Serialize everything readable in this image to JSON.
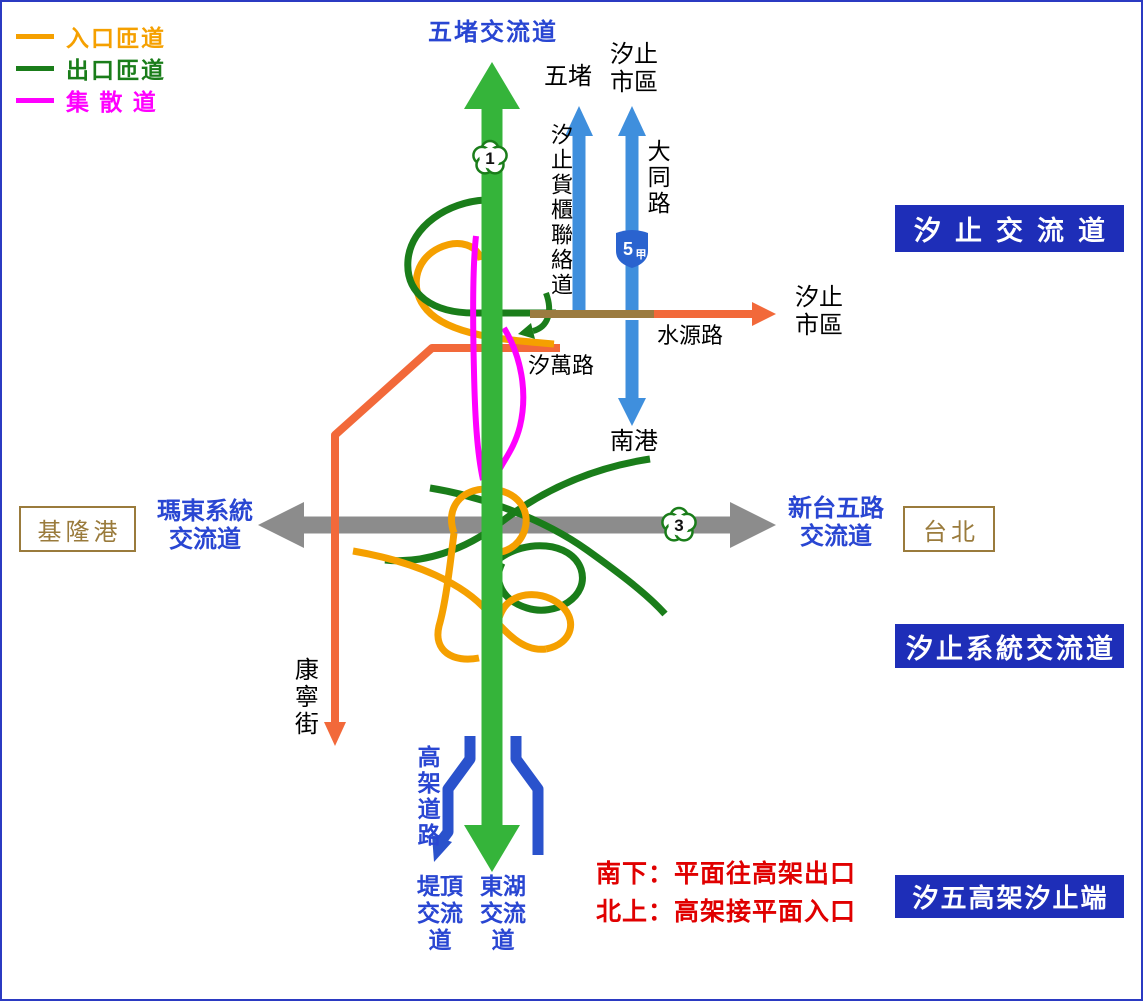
{
  "legend": {
    "items": [
      {
        "label": "入口匝道",
        "meaning": "entrance-ramp",
        "color": "#f5a000"
      },
      {
        "label": "出口匝道",
        "meaning": "exit-ramp",
        "color": "#1a7d1a"
      },
      {
        "label": "集 散 道",
        "meaning": "collector-distributor",
        "color": "#ff00ff"
      }
    ]
  },
  "labels": {
    "wudu_interchange": "五堵交流道",
    "wudu": "五堵",
    "xizhi_city_top": "汐止\n市區",
    "container_road": "汐止貨櫃聯絡道",
    "datong_road": "大同路",
    "shuiyuan_road": "水源路",
    "xizhi_city_right": "汐止\n市區",
    "xiwan_road": "汐萬路",
    "nangang": "南港",
    "keelung_port": "基隆港",
    "madong_system": "瑪東系統\n交流道",
    "xintaiwu": "新台五路\n交流道",
    "taipei": "台北",
    "kangning_street": "康寧街",
    "elevated_road": "高架道路",
    "tiding_interchange": "堤頂\n交流\n道",
    "donghu_interchange": "東湖\n交流\n道"
  },
  "boxes": {
    "xizhi_interchange": "汐止交流道",
    "xizhi_system_interchange": "汐止系統交流道",
    "xiwu_elevated_end": "汐五高架汐止端"
  },
  "note": {
    "line1": "南下：平面往高架出口",
    "line2": "北上：高架接平面入口"
  },
  "shields": {
    "national_1": "1",
    "national_3": "3",
    "provincial_5": "5",
    "provincial_5_suffix": "甲"
  },
  "colors": {
    "entrance_ramp": "#f5a000",
    "exit_ramp": "#1a7d1a",
    "collector": "#ff00ff",
    "freeway_mainline_green": "#35b43a",
    "freeway3_gray": "#8c8c8c",
    "surface_arrow_blue": "#3f8fdd",
    "elevated_blue": "#2a52cc",
    "surface_road_tomato": "#f2693a",
    "surface_road_tan": "#9b7b40",
    "label_blue": "#2946d2",
    "box_navy": "#1e2eb8",
    "box_brown": "#9a7b3c",
    "note_red": "#e00000"
  }
}
